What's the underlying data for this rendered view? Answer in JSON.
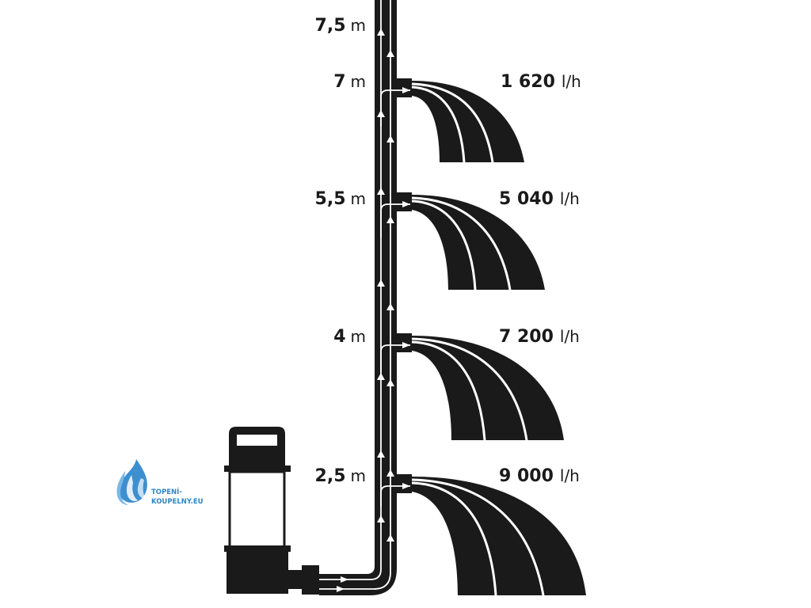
{
  "diagram": {
    "colors": {
      "pipe": "#1a1a1a",
      "background": "#ffffff",
      "flow_line": "#ffffff",
      "logo": "#3d8fd0"
    },
    "heights": [
      {
        "value": "7,5",
        "unit": "m"
      },
      {
        "value": "7",
        "unit": "m"
      },
      {
        "value": "5,5",
        "unit": "m"
      },
      {
        "value": "4",
        "unit": "m"
      },
      {
        "value": "2,5",
        "unit": "m"
      }
    ],
    "flows": [
      {
        "value": "1 620",
        "unit": "l/h"
      },
      {
        "value": "5 040",
        "unit": "l/h"
      },
      {
        "value": "7 200",
        "unit": "l/h"
      },
      {
        "value": "9 000",
        "unit": "l/h"
      }
    ],
    "pump": {
      "icon": "submersible-pump-icon"
    }
  },
  "logo": {
    "icon": "water-drop-logo-icon",
    "line1": "TOPENÍ-",
    "line2": "KOUPELNY.EU"
  }
}
